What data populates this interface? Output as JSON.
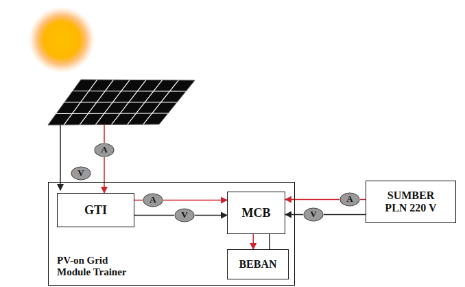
{
  "diagram": {
    "nodes": [
      {
        "text": [
          "A"
        ]
      },
      {
        "text": [
          "V"
        ]
      },
      {
        "text": [
          "PV-on Grid Module Trainer"
        ]
      },
      {
        "text": [
          "GTI"
        ],
        "in": 2
      },
      {
        "text": [
          "A"
        ],
        "in": 2
      },
      {
        "text": [
          "V"
        ],
        "in": 2
      },
      {
        "text": [
          "MCB"
        ],
        "in": 2
      },
      {
        "text": [
          "BEBAN"
        ],
        "in": 2
      },
      {
        "text": [
          "V"
        ]
      },
      {
        "text": [
          "A"
        ]
      },
      {
        "text": [
          "SUMBER PLN 220 V"
        ]
      }
    ],
    "edges": [
      {
        "from": 0,
        "to": 3,
        "arrow": "to"
      },
      {
        "from": 3,
        "to": 4,
        "arrow": "none"
      },
      {
        "from": 4,
        "to": 6,
        "arrow": "to"
      },
      {
        "from": 3,
        "to": 5,
        "arrow": "none"
      },
      {
        "from": 5,
        "to": 6,
        "arrow": "to"
      },
      {
        "from": 10,
        "to": 9,
        "arrow": "none"
      },
      {
        "from": 9,
        "to": 6,
        "arrow": "to"
      },
      {
        "from": 10,
        "to": 8,
        "arrow": "none"
      },
      {
        "from": 8,
        "to": 6,
        "arrow": "to"
      },
      {
        "from": 6,
        "to": 7,
        "arrow": "to"
      },
      {
        "from": 6,
        "to": 7,
        "arrow": "none"
      }
    ]
  }
}
